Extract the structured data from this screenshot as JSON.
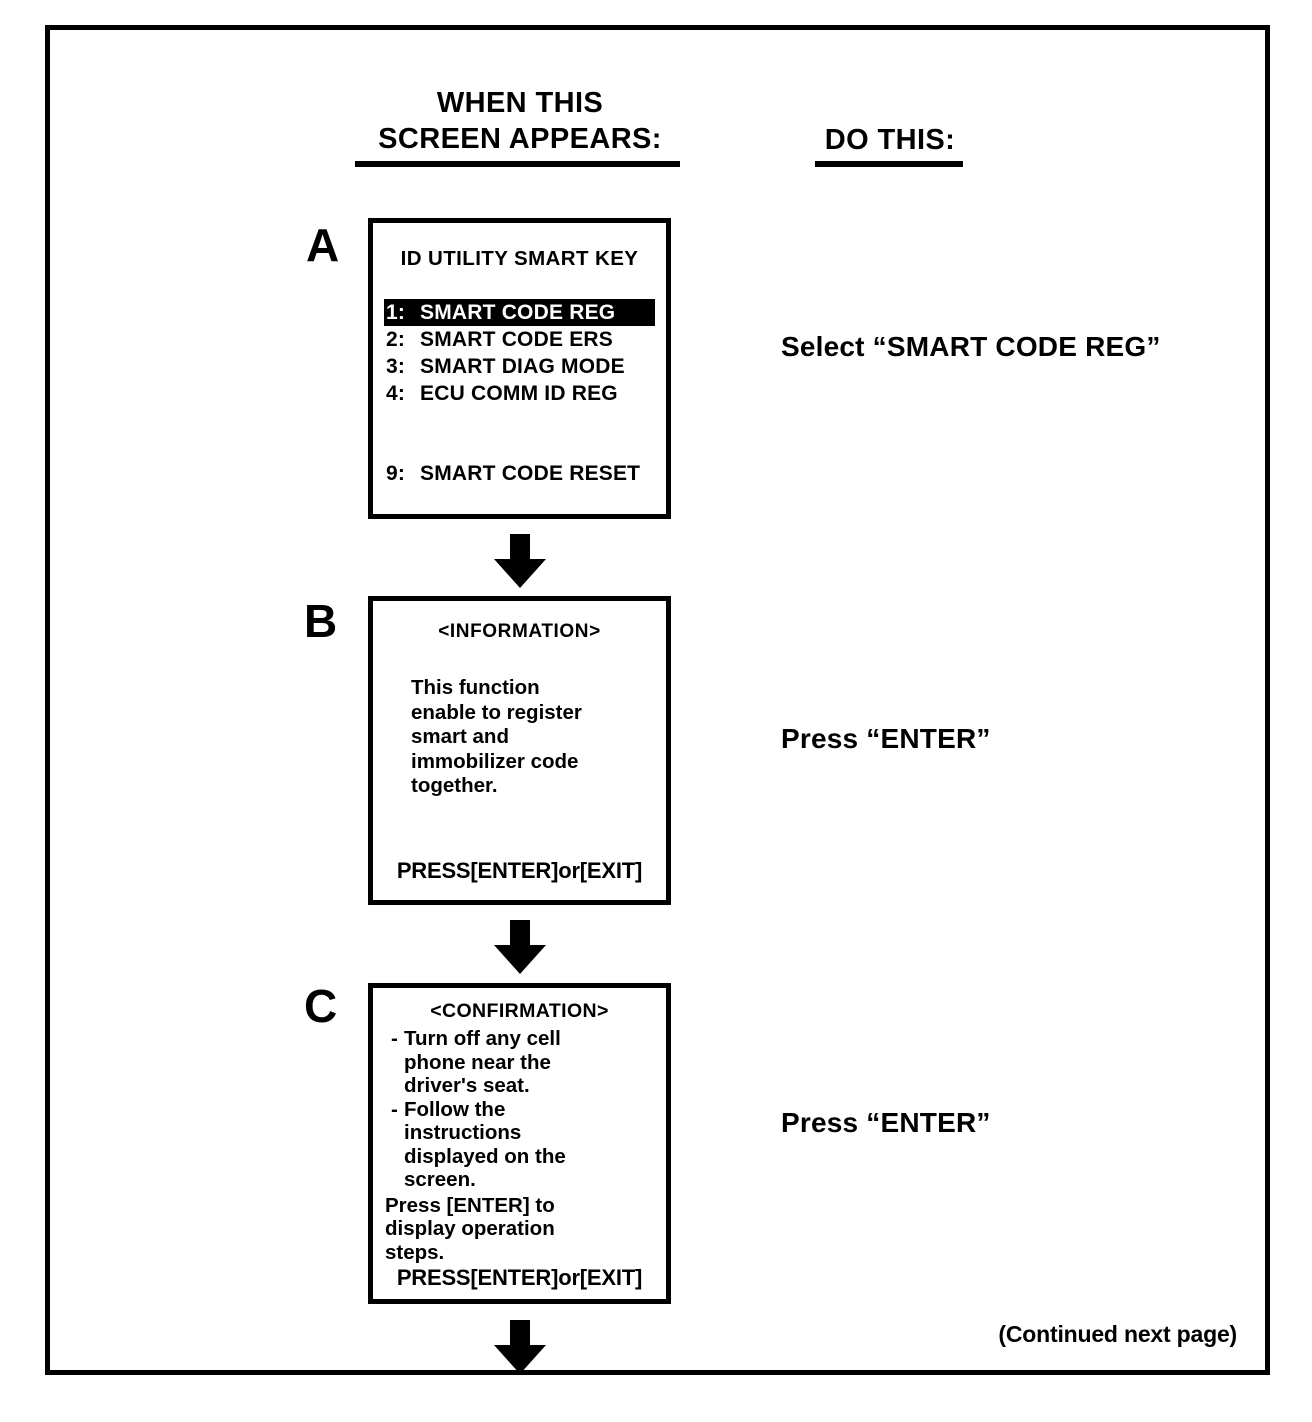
{
  "page": {
    "border_color": "#000000",
    "background": "#ffffff",
    "headings": {
      "when_this_screen_appears": "WHEN THIS\nSCREEN APPEARS:",
      "do_this": "DO THIS:"
    },
    "footer_note": "(Continued next page)"
  },
  "steps": [
    {
      "letter": "A",
      "screen": {
        "title": "ID UTILITY\nSMART KEY",
        "menu": [
          {
            "num": "1:",
            "label": "SMART CODE REG",
            "selected": true
          },
          {
            "num": "2:",
            "label": "SMART CODE ERS",
            "selected": false
          },
          {
            "num": "3:",
            "label": "SMART DIAG MODE",
            "selected": false
          },
          {
            "num": "4:",
            "label": "ECU COMM ID REG",
            "selected": false
          },
          {
            "num": "9:",
            "label": "SMART CODE RESET",
            "selected": false
          }
        ]
      },
      "action": "Select “SMART CODE REG”"
    },
    {
      "letter": "B",
      "screen": {
        "title": "<INFORMATION>",
        "body": "This function\nenable to register\nsmart and\nimmobilizer  code\ntogether.",
        "footer": "PRESS[ENTER]or[EXIT]"
      },
      "action": "Press “ENTER”"
    },
    {
      "letter": "C",
      "screen": {
        "title": "<CONFIRMATION>",
        "bullets": [
          {
            "dash": "-",
            "text": "Turn off any cell\nphone near the\ndriver's seat."
          },
          {
            "dash": "-",
            "text": "Follow the\ninstructions\ndisplayed on the\nscreen."
          }
        ],
        "note": "Press [ENTER] to\ndisplay operation\nsteps.",
        "footer": "PRESS[ENTER]or[EXIT]"
      },
      "action": "Press “ENTER”"
    }
  ],
  "arrows": {
    "icon": "arrow-down-icon",
    "count": 3,
    "color": "#000000"
  }
}
